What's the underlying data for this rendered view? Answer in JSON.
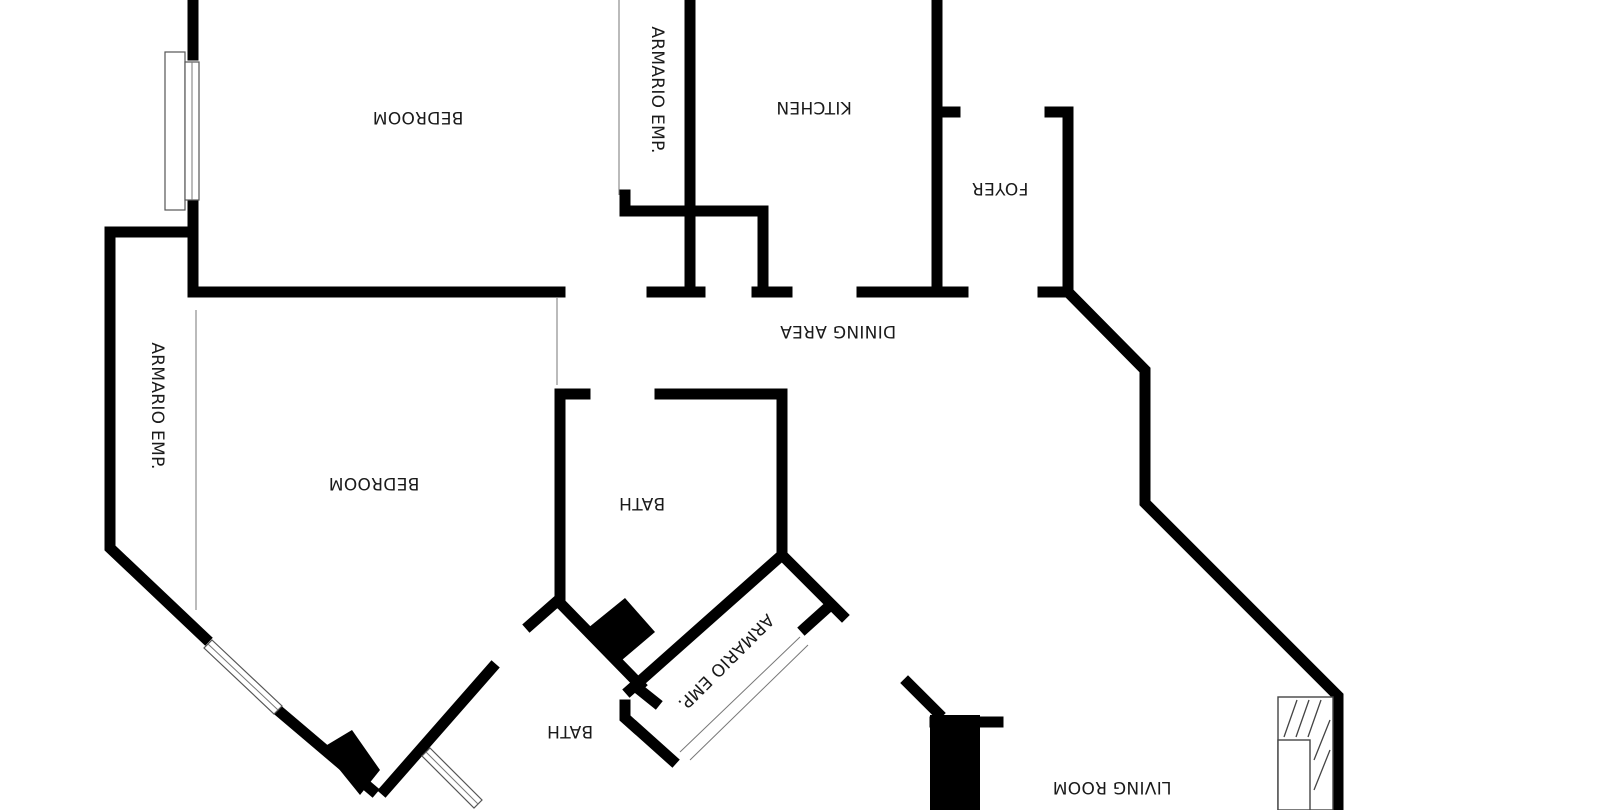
{
  "rooms": {
    "bedroom_top": "BEDROOM",
    "closet_top": "ARMARIO EMP.",
    "kitchen": "KITCHEN",
    "foyer": "FOYER",
    "dining": "DINING AREA",
    "closet_left": "ARMARIO EMP.",
    "bedroom_mid": "BEDROOM",
    "bath_upper": "BATH",
    "closet_diag": "ARMARIO EMP.",
    "bath_lower": "BATH",
    "living": "LIVING ROOM"
  },
  "colors": {
    "wall": "#000000",
    "background": "#ffffff",
    "label": "#1a1a1a"
  }
}
